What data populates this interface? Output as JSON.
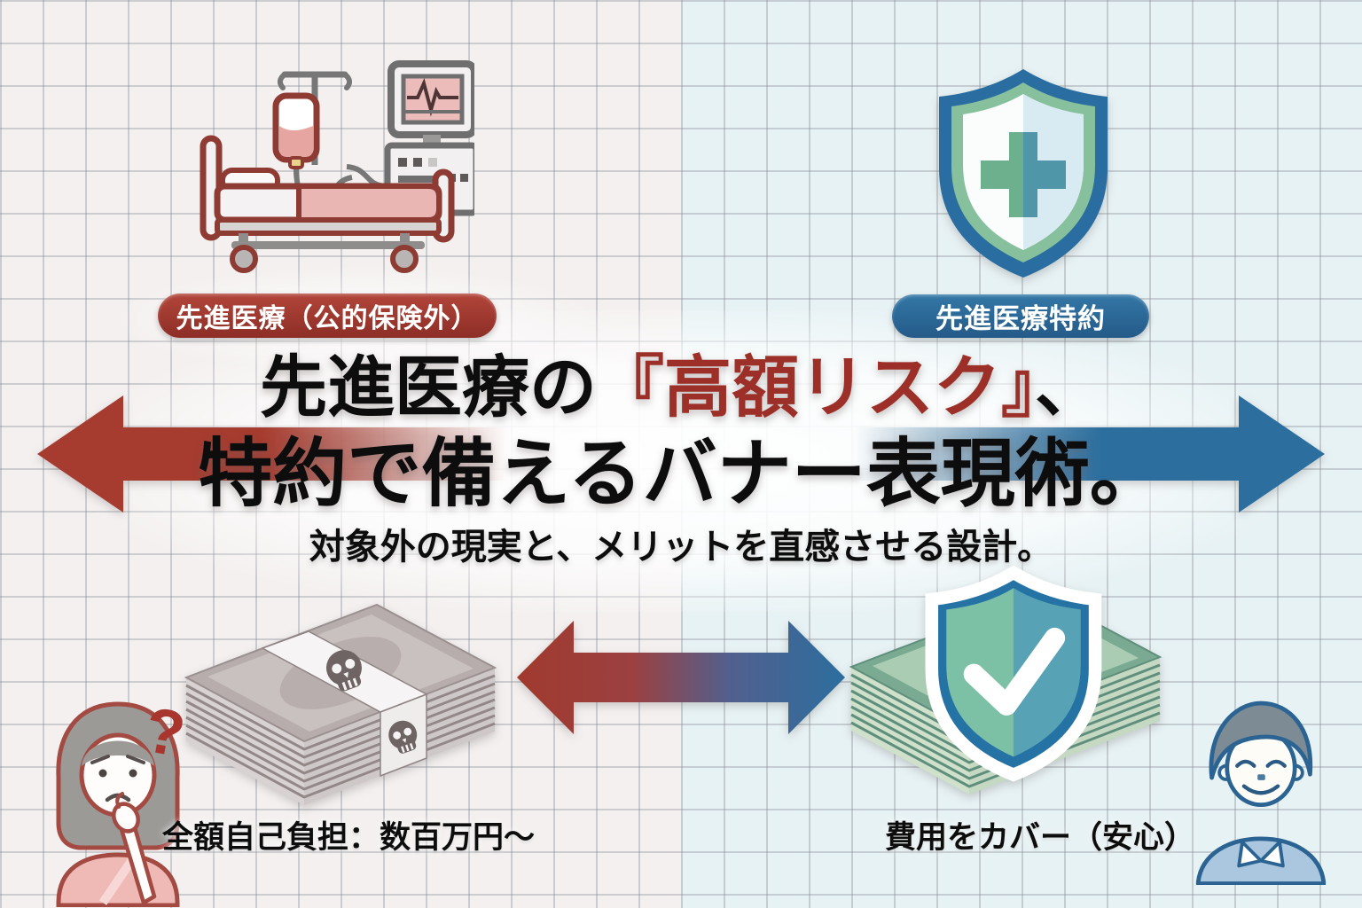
{
  "meta": {
    "kind": "insurance-banner-infographic",
    "language": "ja"
  },
  "colors": {
    "accent_red": "#9e352b",
    "accent_blue": "#2b6d9e",
    "title_red": "#9c2f27",
    "text_black": "#0d0d0d",
    "bg_left": "#f4f0f0",
    "bg_right": "#e7f2f4",
    "grid_line": "#c3c6ca",
    "money_gray": "#b7adad",
    "money_green": "#7aab92",
    "shield_blue": "#2573a5",
    "shield_green": "#7cc0a6"
  },
  "badges": {
    "outside_label": "先進医療（公的保険外）",
    "rider_label": "先進医療特約"
  },
  "title": {
    "line1_pre": "先進医療の",
    "line1_highlight": "『高額リスク』",
    "line1_tail": "、",
    "line2": "特約で備えるバナー表現術。",
    "subtitle": "対象外の現実と、メリットを直感させる設計。"
  },
  "captions": {
    "self_pay": "全額自己負担：数百万円〜",
    "covered": "費用をカバー（安心）"
  },
  "figures": {
    "question_mark": "?"
  },
  "icons": {
    "hospital_bed": "hospital-bed-icon",
    "shield_cross": "medical-shield-cross-icon",
    "money_skull": "money-stack-skull-icon",
    "money_shield": "money-stack-shield-check-icon",
    "woman": "worried-woman-icon",
    "man": "relieved-man-icon",
    "left_arrow": "red-left-arrow-icon",
    "right_arrow": "blue-right-arrow-icon",
    "double_arrow": "red-blue-double-arrow-icon"
  }
}
